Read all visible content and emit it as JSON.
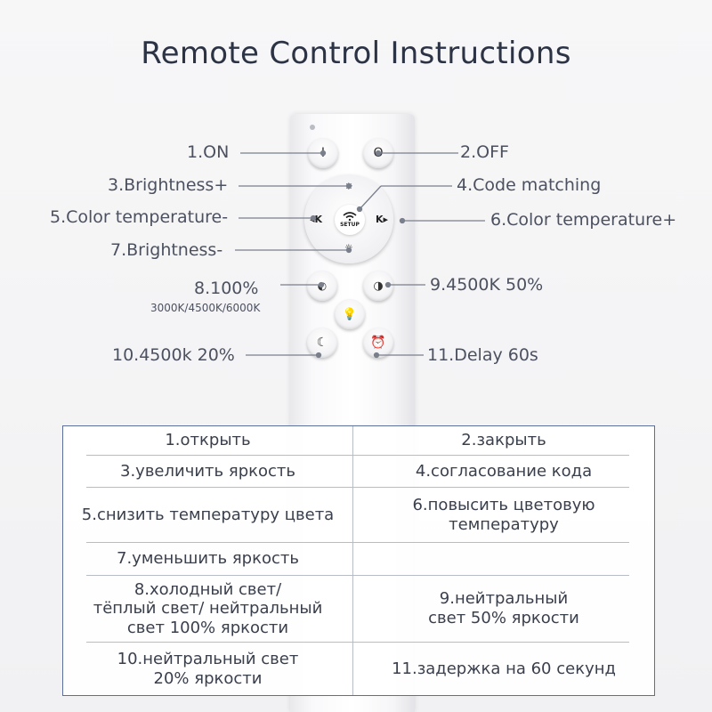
{
  "title": "Remote Control Instructions",
  "remote": {
    "on_icon": "power-on-glyph",
    "on_glyph": "I",
    "off_icon": "power-off-glyph",
    "off_glyph": "O",
    "setup_label": "SETUP"
  },
  "labels": {
    "l1": "1.ON",
    "l2": "2.OFF",
    "l3": "3.Brightness+",
    "l4": "4.Code matching",
    "l5": "5.Color temperature-",
    "l6": "6.Color temperature+",
    "l7": "7.Brightness-",
    "l8": "8.100%",
    "l8_sub": "3000K/4500K/6000K",
    "l9": "9.4500K 50%",
    "l10": "10.4500k 20%",
    "l11": "11.Delay 60s"
  },
  "table": {
    "r1c1": "1.открыть",
    "r1c2": "2.закрыть",
    "r2c1": "3.увеличить яркость",
    "r2c2": "4.согласование кода",
    "r3c1": "5.снизить температуру цвета",
    "r3c2a": "6.повысить цветовую",
    "r3c2b": "температуру",
    "r4c1": "7.уменьшить яркость",
    "r5c1a": "8.холодный свет/",
    "r5c1b": "тёплый свет/ нейтральный",
    "r5c1c": "свет 100% яркости",
    "r5c2a": "9.нейтральный",
    "r5c2b": "свет 50% яркости",
    "r6c1a": "10.нейтральный свет",
    "r6c1b": "20% яркости",
    "r6c2": "11.задержка на 60 секунд"
  },
  "colors": {
    "line": "#7a7f8c",
    "border": "#5c6f9a",
    "title": "#2c3345"
  }
}
